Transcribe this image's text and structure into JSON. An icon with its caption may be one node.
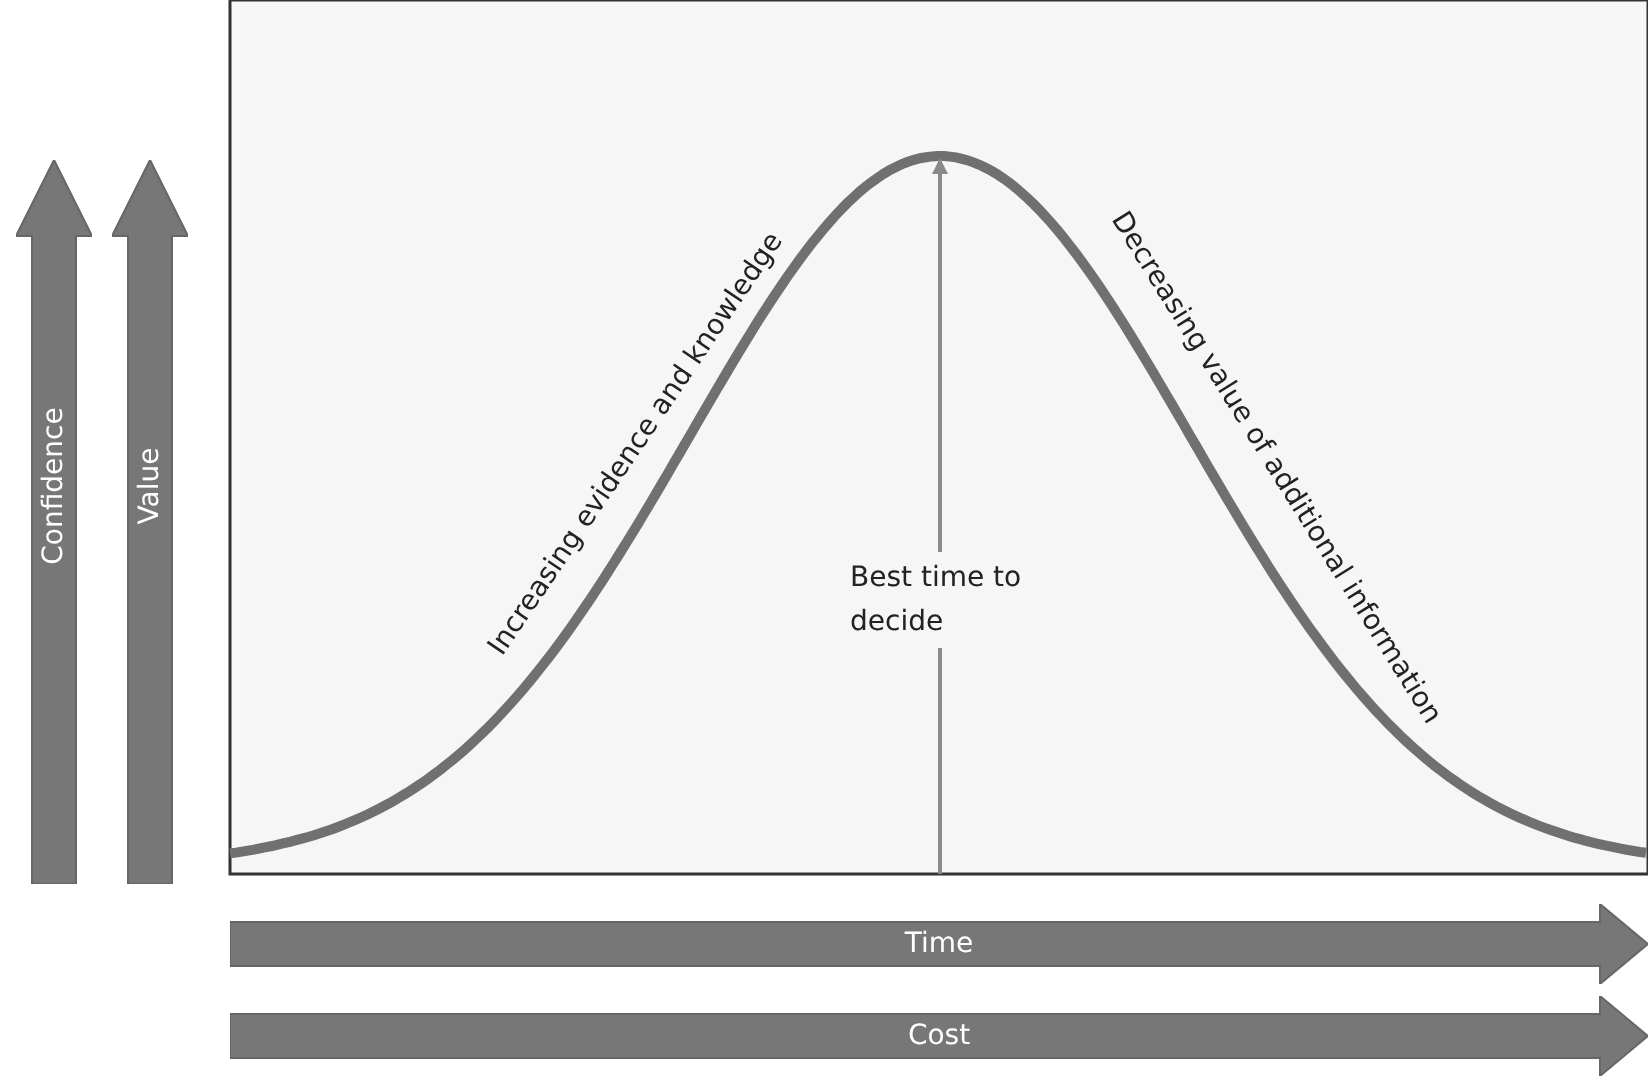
{
  "diagram": {
    "nodes": [
      {
        "text": [
          "Confidence"
        ]
      },
      {
        "text": [
          "Value"
        ]
      },
      {
        "text": [
          "Time"
        ]
      },
      {
        "text": [
          "Cost"
        ]
      }
    ],
    "labels": [
      "Increasing evidence and knowledge",
      "Best time to decide",
      "Decreasing value of additional information"
    ]
  }
}
